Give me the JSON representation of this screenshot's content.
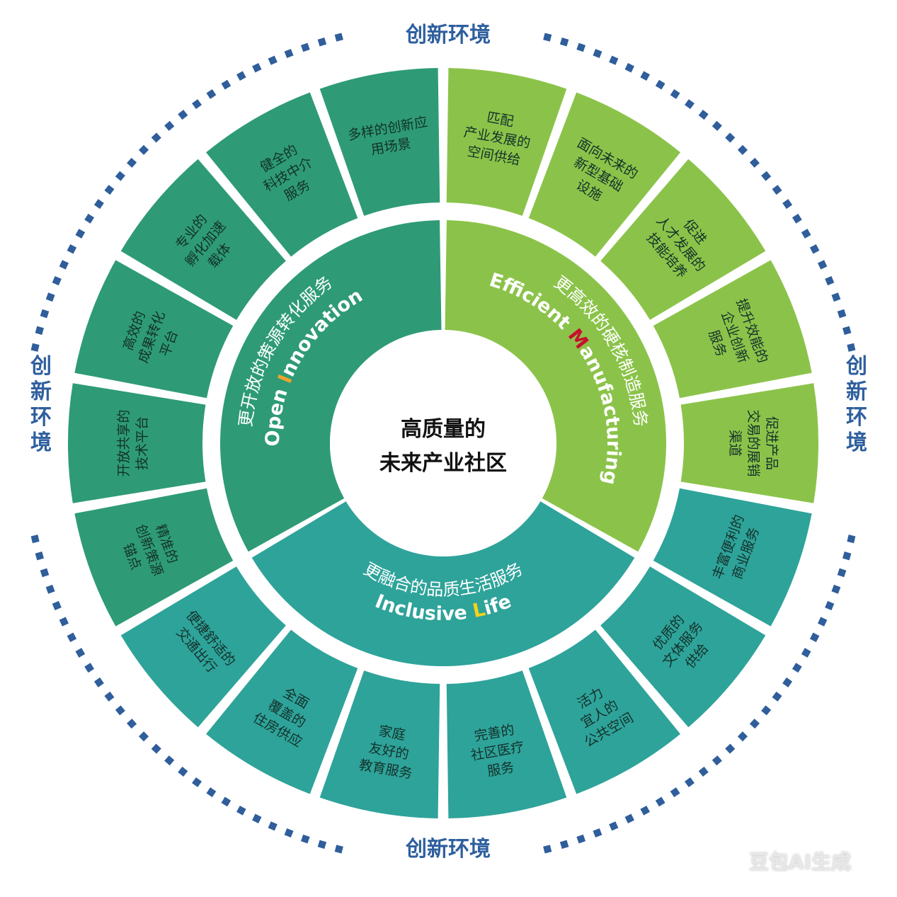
{
  "center": {
    "line1": "高质量的",
    "line2": "未来产业社区"
  },
  "environment_label": "创新环境",
  "colors": {
    "green_dark": "#2e9b76",
    "green_light": "#8bc34a",
    "teal": "#2ea39a",
    "dash": "#2f5e9b",
    "highlight_I": "#f0a32a",
    "highlight_M": "#c8102e",
    "highlight_L": "#f2d21b"
  },
  "sectors": [
    {
      "cn": "更开放的策源转化服务",
      "en_pre": "Open ",
      "en_hl": "I",
      "en_post": "nnovation",
      "color": "green_dark",
      "hl_color": "highlight_I"
    },
    {
      "cn": "更高效的硬核制造服务",
      "en_pre": "Efficient ",
      "en_hl": "M",
      "en_post": "anufacturing",
      "color": "green_light",
      "hl_color": "highlight_M"
    },
    {
      "cn": "更融合的品质生活服务",
      "en_pre": "Inclusive ",
      "en_hl": "L",
      "en_post": "ife",
      "color": "teal",
      "hl_color": "highlight_L"
    }
  ],
  "outer_segments": [
    {
      "lines": [
        "匹配",
        "产业发展的",
        "空间供给"
      ],
      "color": "green_light"
    },
    {
      "lines": [
        "面向未来的",
        "新型基础",
        "设施"
      ],
      "color": "green_light"
    },
    {
      "lines": [
        "促进",
        "人才发展的",
        "技能培养"
      ],
      "color": "green_light"
    },
    {
      "lines": [
        "提升效能的",
        "企业创新",
        "服务"
      ],
      "color": "green_light"
    },
    {
      "lines": [
        "促进产品",
        "交易的展销",
        "渠道"
      ],
      "color": "green_light"
    },
    {
      "lines": [
        "丰富便利的",
        "商业服务"
      ],
      "color": "teal"
    },
    {
      "lines": [
        "优质的",
        "文体服务",
        "供给"
      ],
      "color": "teal"
    },
    {
      "lines": [
        "活力",
        "宜人的",
        "公共空间"
      ],
      "color": "teal"
    },
    {
      "lines": [
        "完善的",
        "社区医疗",
        "服务"
      ],
      "color": "teal"
    },
    {
      "lines": [
        "家庭",
        "友好的",
        "教育服务"
      ],
      "color": "teal"
    },
    {
      "lines": [
        "全面",
        "覆盖的",
        "住房供应"
      ],
      "color": "teal"
    },
    {
      "lines": [
        "便捷舒适的",
        "交通出行"
      ],
      "color": "teal"
    },
    {
      "lines": [
        "精准的",
        "创新策源",
        "锚点"
      ],
      "color": "green_dark"
    },
    {
      "lines": [
        "开放共享的",
        "技术平台"
      ],
      "color": "green_dark"
    },
    {
      "lines": [
        "高效的",
        "成果转化",
        "平台"
      ],
      "color": "green_dark"
    },
    {
      "lines": [
        "专业的",
        "孵化加速",
        "载体"
      ],
      "color": "green_dark"
    },
    {
      "lines": [
        "健全的",
        "科技中介",
        "服务"
      ],
      "color": "green_dark"
    },
    {
      "lines": [
        "多样的创新应",
        "用场景"
      ],
      "color": "green_dark"
    }
  ],
  "watermark": "豆包AI生成"
}
